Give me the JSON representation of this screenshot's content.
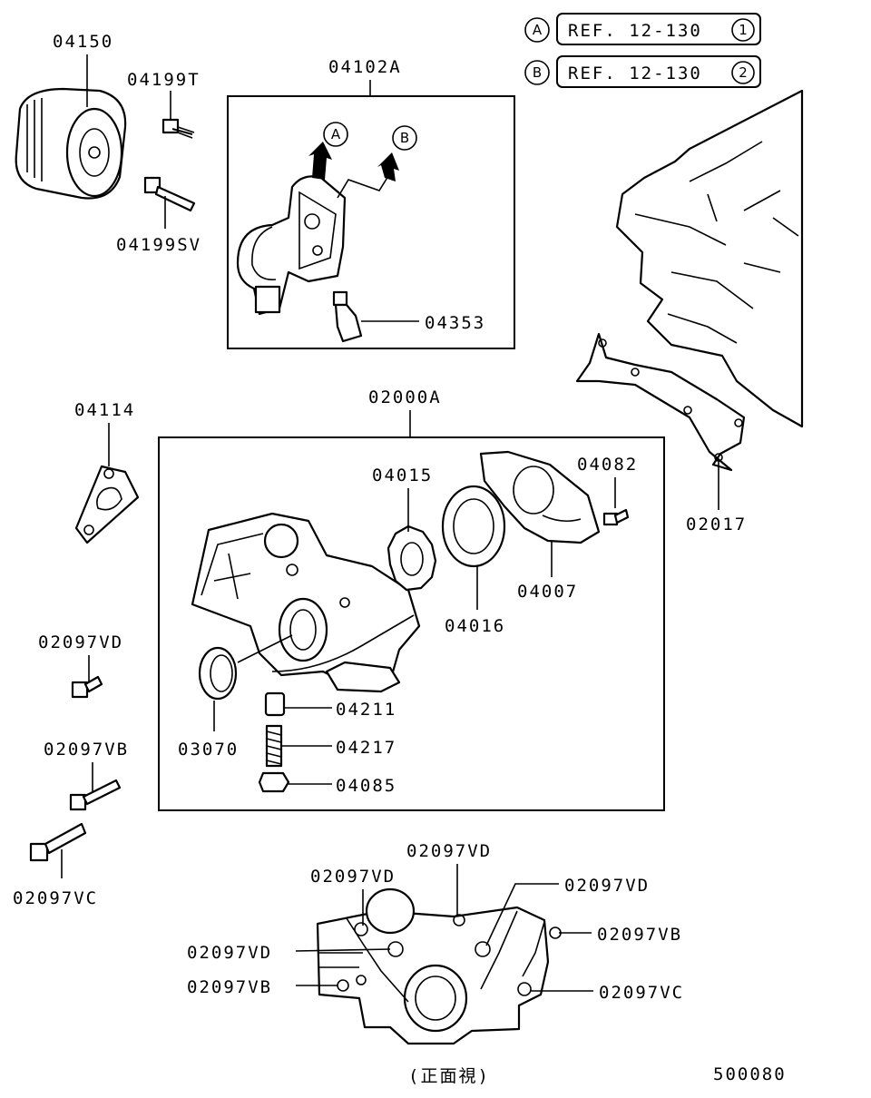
{
  "refs": [
    {
      "letter": "A",
      "text": "REF. 12-130",
      "num": "1"
    },
    {
      "letter": "B",
      "text": "REF. 12-130",
      "num": "2"
    }
  ],
  "arrows": {
    "a": "A",
    "b": "B"
  },
  "labels": {
    "p04150": "04150",
    "p04199T": "04199T",
    "p04199SV": "04199SV",
    "p04102A": "04102A",
    "p04353": "04353",
    "p04114": "04114",
    "p02000A": "02000A",
    "p04015": "04015",
    "p04082": "04082",
    "p02017": "02017",
    "p04007": "04007",
    "p04016": "04016",
    "p02097VD_left": "02097VD",
    "p04211": "04211",
    "p03070": "03070",
    "p04217": "04217",
    "p02097VB_left": "02097VB",
    "p04085": "04085",
    "p02097VC_left": "02097VC",
    "front_vd_top": "02097VD",
    "front_vd_topleft": "02097VD",
    "front_vd_right": "02097VD",
    "front_vb_right": "02097VB",
    "front_vd_left": "02097VD",
    "front_vb_left": "02097VB",
    "front_vc_right": "02097VC"
  },
  "caption": "(正面視)",
  "diagram_id": "500080"
}
